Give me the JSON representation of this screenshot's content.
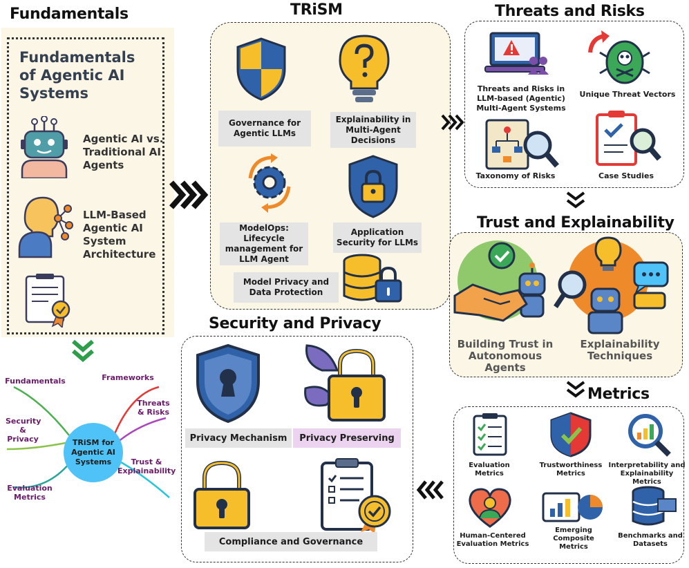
{
  "fundamentals": {
    "section_title": "Fundamentals",
    "heading": "Fundamentals of Agentic AI Systems",
    "items": [
      "Agentic AI vs. Traditional AI Agents",
      "LLM-Based Agentic AI System Architecture"
    ]
  },
  "trism": {
    "section_title": "TRiSM",
    "items": [
      "Governance for Agentic LLMs",
      "Explainability in Multi-Agent Decisions",
      "ModelOps: Lifecycle management for LLM Agent",
      "Application Security for LLMs",
      "Model Privacy and Data Protection"
    ]
  },
  "threats": {
    "section_title": "Threats and Risks",
    "items": [
      "Threats and Risks in LLM-based (Agentic) Multi-Agent Systems",
      "Unique Threat Vectors",
      "Taxonomy of Risks",
      "Case Studies"
    ]
  },
  "trust": {
    "section_title": "Trust and Explainability",
    "items": [
      "Building Trust in Autonomous Agents",
      "Explainability Techniques"
    ]
  },
  "metrics": {
    "section_title": "Metrics",
    "items": [
      "Evaluation Metrics",
      "Trustworthiness Metrics",
      "Interpretability and Explainability Metrics",
      "Human-Centered Evaluation Metrics",
      "Emerging Composite Metrics",
      "Benchmarks and Datasets"
    ]
  },
  "security": {
    "section_title": "Security and Privacy",
    "items": [
      "Privacy Mechanism",
      "Privacy Preserving",
      "Compliance and Governance"
    ]
  },
  "mindmap": {
    "center": "TRiSM for Agentic AI Systems",
    "branches": [
      "Fundamentals",
      "Frameworks",
      "Threats & Risks",
      "Security & Privacy",
      "Trust & Explainability",
      "Evaluation Metrics"
    ]
  },
  "colors": {
    "cream": "#fbf6e6",
    "yellow": "#f7be2c",
    "blue": "#2f62a8",
    "orange": "#ef8a2b",
    "green": "#2f9e4a",
    "purple": "#7b4fa8",
    "mindmap_center": "#4fc3f7",
    "mindmap_text": "#6a1b6a"
  }
}
